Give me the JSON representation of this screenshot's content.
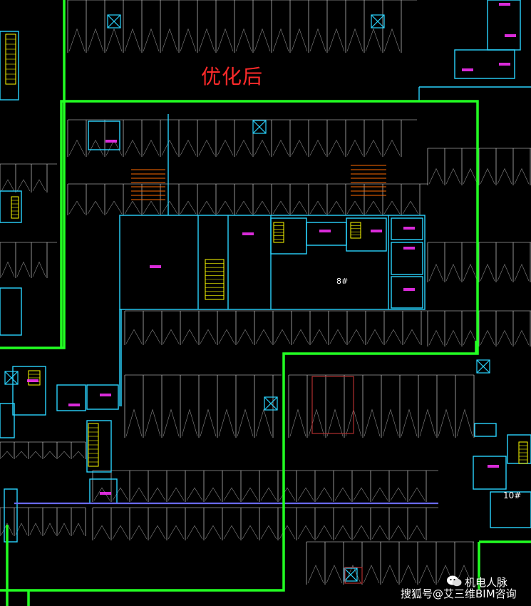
{
  "drawing": {
    "title": "优化后",
    "building_labels": [
      "8#",
      "10#"
    ],
    "colors": {
      "background": "#000000",
      "zone_boundary": "#22ff22",
      "walls": "#2ad4ff",
      "room_tag": "#ff33ff",
      "title": "#ff2a2a",
      "stairs": "#ffff00",
      "ramps": "#ff6a00",
      "parking_lines": "#ffffff",
      "pipe": "#6a6aff"
    }
  },
  "watermark": {
    "brand": "机电人脉",
    "source": "搜狐号@艾三维BIM咨询",
    "icon": "wechat-icon"
  }
}
